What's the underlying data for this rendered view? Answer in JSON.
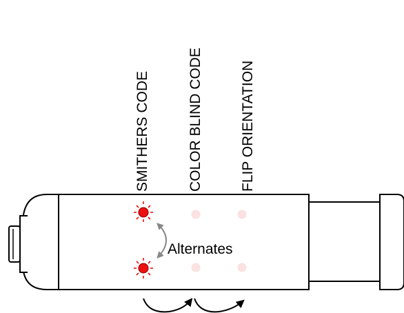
{
  "labels": {
    "smithers": "SMITHERS CODE",
    "colorblind": "COLOR BLIND CODE",
    "flip": "FLIP ORIENTATION",
    "alternates": "Alternates"
  },
  "leds": {
    "active": {
      "count": 2,
      "status": "lit",
      "fill": "#ee1111",
      "rays": "#ee1111"
    },
    "inactive": {
      "count": 4,
      "status": "off",
      "fill": "#fbe1e1"
    }
  },
  "colors": {
    "outline": "#000000",
    "curved_arrow": "#888888",
    "background": "#ffffff"
  },
  "icons": {
    "alternate_arrow": "double-headed-curved-arrow-icon",
    "cycle_arrows": "cycle-right-arrows-icon"
  }
}
